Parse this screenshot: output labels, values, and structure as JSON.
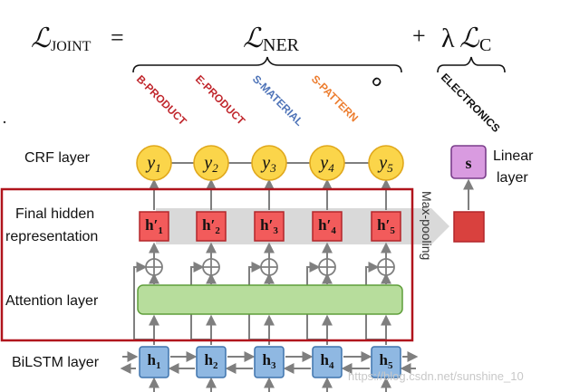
{
  "loss": {
    "joint_sub": "JOINT",
    "equals": "=",
    "ner_sub": "NER",
    "plus": "+",
    "lambda": "λ",
    "c_sub": "C",
    "script_l": "ℒ"
  },
  "tags": [
    {
      "text": "B-PRODUCT",
      "color": "#c0262c"
    },
    {
      "text": "E-PRODUCT",
      "color": "#c0262c"
    },
    {
      "text": "S-MATERIAL",
      "color": "#4f74b8"
    },
    {
      "text": "S-PATTERN",
      "color": "#ec7d2f"
    },
    {
      "text": "O",
      "color": "#111111"
    }
  ],
  "doc_label": {
    "text": "ELECTRONICS",
    "color": "#111111"
  },
  "layers": {
    "crf": "CRF layer",
    "final_line1": "Final hidden",
    "final_line2": "representation",
    "attention": "Attention layer",
    "bilstm": "BiLSTM layer",
    "linear_line1": "Linear",
    "linear_line2": "layer",
    "maxpool": "Max-pooling"
  },
  "crf_nodes": [
    {
      "base": "y",
      "sub": "1"
    },
    {
      "base": "y",
      "sub": "2"
    },
    {
      "base": "y",
      "sub": "3"
    },
    {
      "base": "y",
      "sub": "4"
    },
    {
      "base": "y",
      "sub": "5"
    }
  ],
  "final_nodes": [
    {
      "base": "h′",
      "sub": "1"
    },
    {
      "base": "h′",
      "sub": "2"
    },
    {
      "base": "h′",
      "sub": "3"
    },
    {
      "base": "h′",
      "sub": "4"
    },
    {
      "base": "h′",
      "sub": "5"
    }
  ],
  "bilstm_nodes": [
    {
      "base": "h",
      "sub": "1"
    },
    {
      "base": "h",
      "sub": "2"
    },
    {
      "base": "h",
      "sub": "3"
    },
    {
      "base": "h",
      "sub": "4"
    },
    {
      "base": "h",
      "sub": "5"
    }
  ],
  "linear_node": "s",
  "plus_symbol": "⊕",
  "watermark": "https://blog.csdn.net/sunshine_10",
  "colors": {
    "crf_fill": "#fbd54a",
    "crf_stroke": "#e0a81c",
    "final_fill": "#f25b5b",
    "final_stroke": "#b3262a",
    "maxpool_fill": "#d9413e",
    "attention_fill": "#b7dd9c",
    "attention_stroke": "#5f9e3a",
    "bilstm_fill": "#8fb8e2",
    "bilstm_stroke": "#3f74ad",
    "linear_fill": "#d99be0",
    "linear_stroke": "#7a3d8a",
    "highlight_box": "#b0141c",
    "arrow": "#7f7f7f",
    "band": "#d9d9d9"
  }
}
